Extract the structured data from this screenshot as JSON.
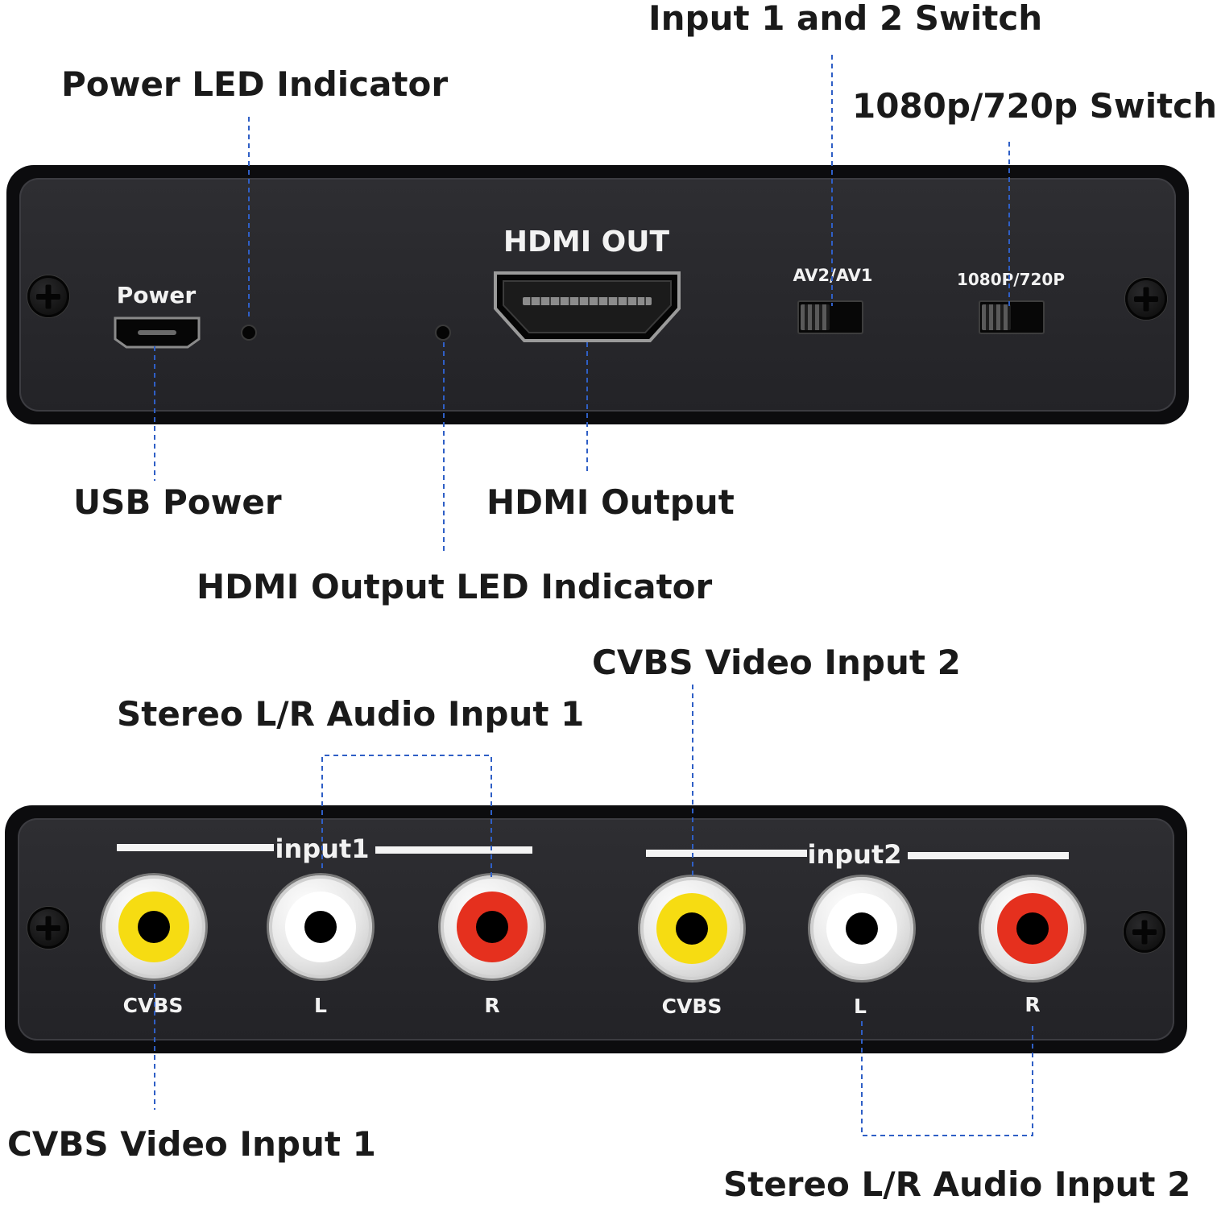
{
  "callouts": {
    "input_switch": "Input 1 and 2 Switch",
    "power_led": "Power LED Indicator",
    "res_switch": "1080p/720p Switch",
    "usb_power": "USB Power",
    "hdmi_output": "HDMI Output",
    "hdmi_led": "HDMI Output LED Indicator",
    "cvbs_in2": "CVBS Video Input 2",
    "audio_in1": "Stereo L/R Audio Input 1",
    "cvbs_in1": "CVBS Video Input 1",
    "audio_in2": "Stereo L/R Audio Input 2"
  },
  "front_panel": {
    "power_label": "Power",
    "hdmi_label": "HDMI OUT",
    "input_switch_label": "AV2/AV1",
    "res_switch_label": "1080P/720P"
  },
  "back_panel": {
    "input1_label": "input1",
    "input2_label": "input2",
    "cvbs1": "CVBS",
    "l1": "L",
    "r1": "R",
    "cvbs2": "CVBS",
    "l2": "L",
    "r2": "R"
  },
  "colors": {
    "callout_line": "#2f5fc6",
    "panel": "#0c0c0e",
    "yellow_jack": "#f6dc12",
    "white_jack": "#ffffff",
    "red_jack": "#e5301e"
  }
}
